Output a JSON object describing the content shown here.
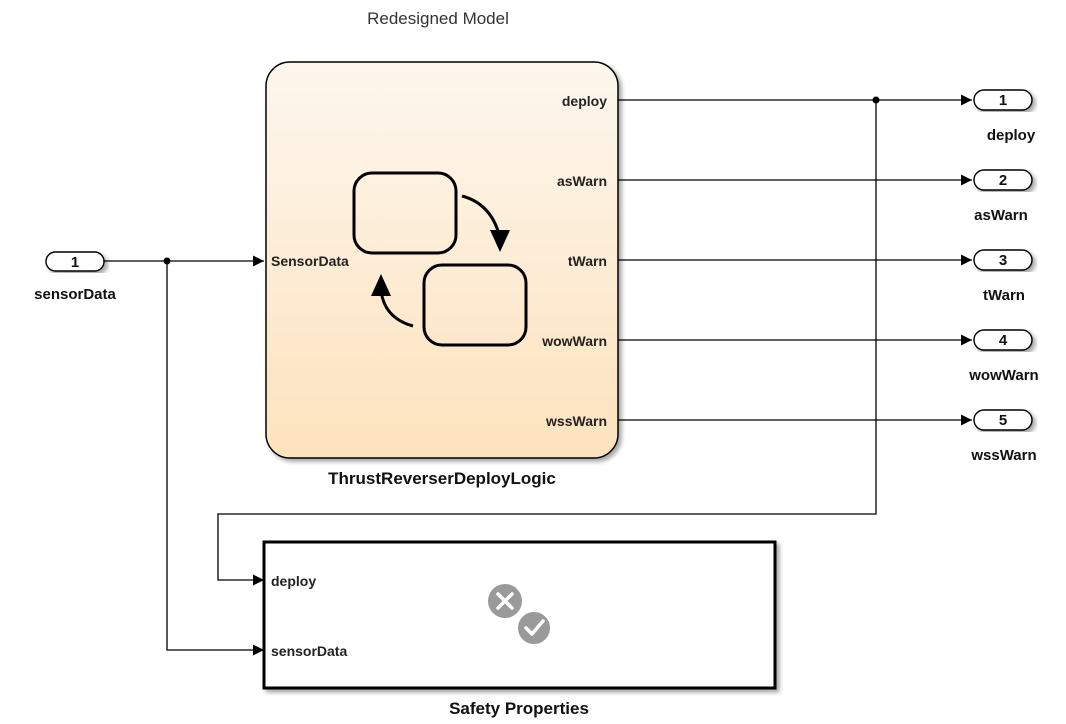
{
  "model_title": "Redesigned Model",
  "inport": {
    "number": "1",
    "name": "sensorData"
  },
  "chart_block": {
    "name": "ThrustReverserDeployLogic",
    "input_port": "SensorData",
    "output_ports": [
      "deploy",
      "asWarn",
      "tWarn",
      "wowWarn",
      "wssWarn"
    ],
    "icon": "stateflow-chart-icon"
  },
  "outports": [
    {
      "number": "1",
      "name": "deploy"
    },
    {
      "number": "2",
      "name": "asWarn"
    },
    {
      "number": "3",
      "name": "tWarn"
    },
    {
      "number": "4",
      "name": "wowWarn"
    },
    {
      "number": "5",
      "name": "wssWarn"
    }
  ],
  "safety_block": {
    "name": "Safety Properties",
    "input_ports": [
      "deploy",
      "sensorData"
    ],
    "icon": "verification-subsystem-icon"
  },
  "colors": {
    "chart_fill_top": "#fdf5ea",
    "chart_fill_bottom": "#fde3bf",
    "icon_gray": "#9a9a9a"
  }
}
